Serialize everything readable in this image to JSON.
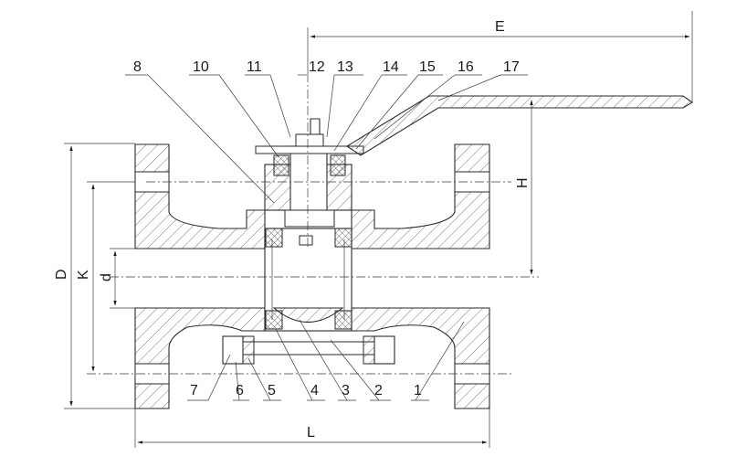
{
  "part_numbers": [
    "1",
    "2",
    "3",
    "4",
    "5",
    "6",
    "7",
    "8",
    "10",
    "11",
    "12",
    "13",
    "14",
    "15",
    "16",
    "17"
  ],
  "dimensions": {
    "D": "D",
    "K": "K",
    "d": "d",
    "L": "L",
    "H": "H",
    "E": "E"
  }
}
